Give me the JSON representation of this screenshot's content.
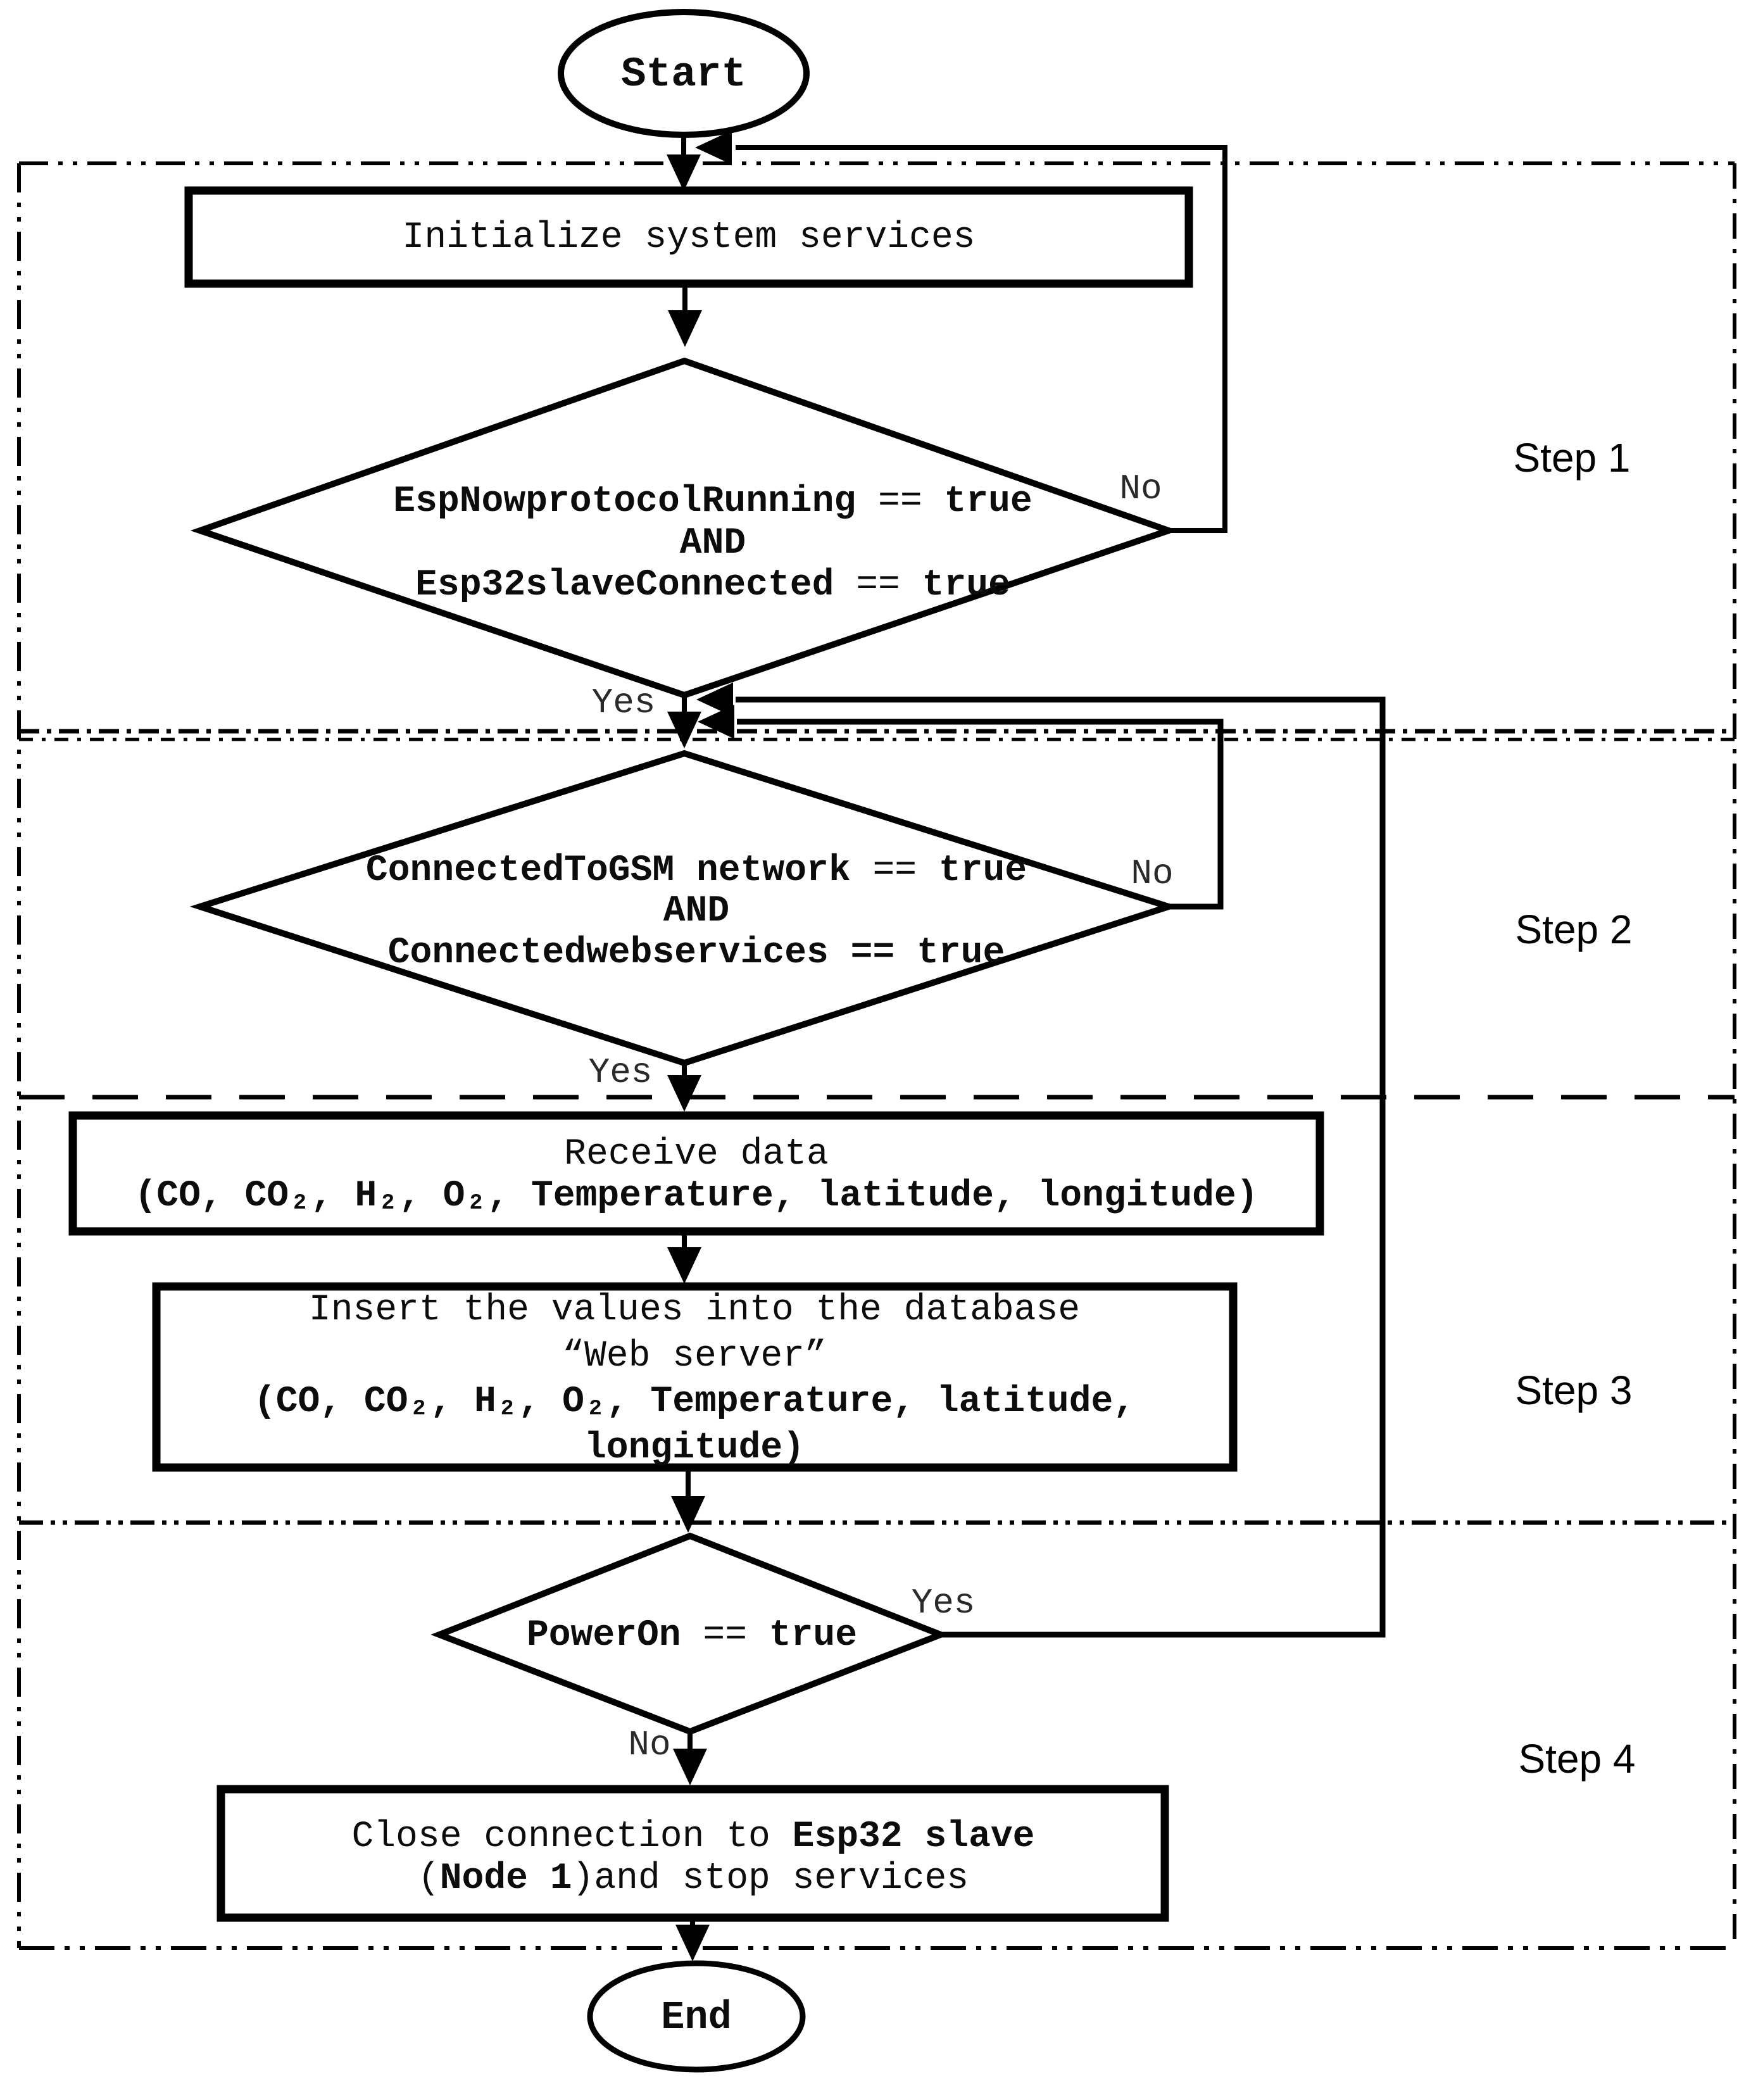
{
  "title": "Flowchart",
  "terminals": {
    "start": "Start",
    "end": "End"
  },
  "step_labels": {
    "s1": "Step 1",
    "s2": "Step 2",
    "s3": "Step 3",
    "s4": "Step 4"
  },
  "edges": {
    "yes": "Yes",
    "no": "No"
  },
  "nodes": {
    "init": "Initialize system services",
    "decision1": {
      "l1_var": "EspNowprotocolRunning",
      "l1_op": " == ",
      "l1_val": "true",
      "and": "AND",
      "l2_var": "Esp32slaveConnected",
      "l2_op": " == ",
      "l2_val": "true"
    },
    "decision2": {
      "l1_var": "ConnectedToGSM network",
      "l1_op": " == ",
      "l1_val": "true",
      "and": "AND",
      "l2_var": "Connectedwebservices",
      "l2_op": " == ",
      "l2_val": "true"
    },
    "receive": {
      "l1": "Receive data",
      "l2": "(CO, CO₂, H₂, O₂, Temperature, latitude, longitude)"
    },
    "insert": {
      "l1": "Insert the values into the database",
      "l2": "“Web server”",
      "l3": "(CO, CO₂, H₂, O₂, Temperature, latitude,",
      "l4": "longitude)"
    },
    "decision4": {
      "var": "PowerOn",
      "op": " == ",
      "val": "true"
    },
    "close": {
      "l1_a": "Close connection to ",
      "l1_b": "Esp32 slave",
      "l2_a": "(",
      "l2_b": "Node 1",
      "l2_c": ")and stop services"
    }
  },
  "colors": {
    "ink": "#000000",
    "background": "#ffffff"
  }
}
